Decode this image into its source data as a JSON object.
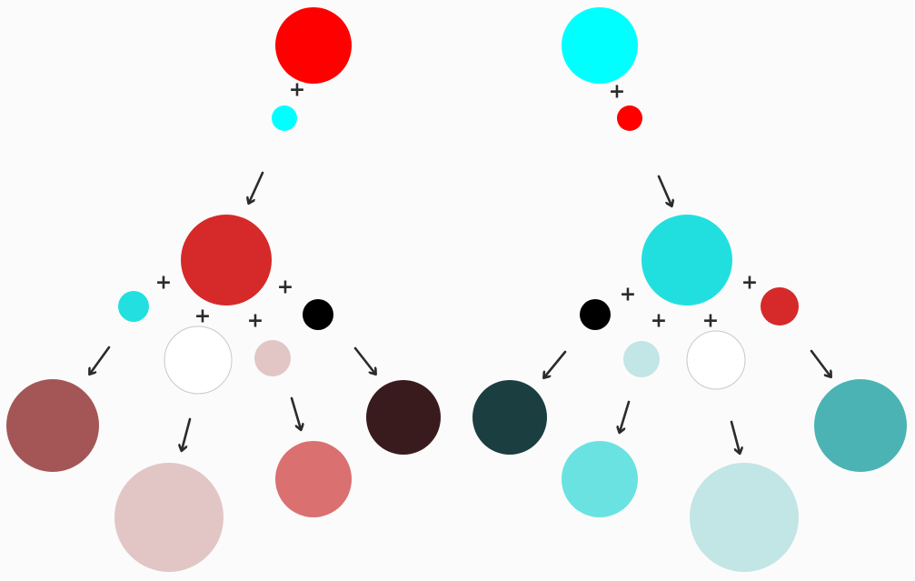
{
  "plus_symbol": "+",
  "colors": {
    "arrow": "#2b2b2b",
    "plus": "#2b2b2b",
    "outline": "#c8c8c8"
  },
  "trees": [
    {
      "id": "red",
      "source": {
        "name": "red",
        "color": "#ff0000"
      },
      "modifier": {
        "name": "cyan",
        "color": "#00ffff"
      },
      "result": {
        "name": "mixed-red",
        "color": "#d62929"
      },
      "branches": [
        {
          "name": "cyan",
          "modifier": "#22e0e0",
          "result": "#a45657"
        },
        {
          "name": "white",
          "modifier": "#ffffff",
          "result": "#e2c6c6"
        },
        {
          "name": "light-pink",
          "modifier": "#e2c6c6",
          "result": "#da7070"
        },
        {
          "name": "black",
          "modifier": "#000000",
          "result": "#3a1b1d"
        }
      ]
    },
    {
      "id": "cyan",
      "source": {
        "name": "cyan",
        "color": "#00ffff"
      },
      "modifier": {
        "name": "red",
        "color": "#ff0000"
      },
      "result": {
        "name": "mixed-cyan",
        "color": "#22dfdf"
      },
      "branches": [
        {
          "name": "black",
          "modifier": "#000000",
          "result": "#1b3e40"
        },
        {
          "name": "light-cyan",
          "modifier": "#c2e5e5",
          "result": "#6ae2e2"
        },
        {
          "name": "white",
          "modifier": "#ffffff",
          "result": "#c2e5e5"
        },
        {
          "name": "red",
          "modifier": "#d62929",
          "result": "#4bb3b3"
        }
      ]
    }
  ]
}
